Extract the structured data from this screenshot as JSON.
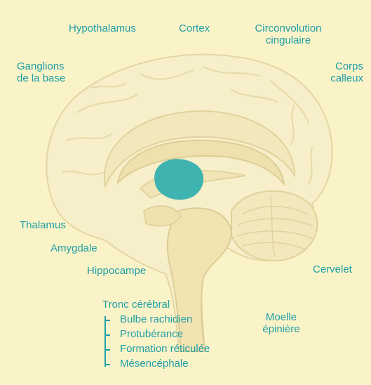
{
  "diagram": {
    "colors": {
      "background": "#fbf3c8",
      "label": "#1e9ea6",
      "highlight": "#3fb3b0",
      "brain_fill": "#f7efc9",
      "brain_line": "#e3d6a3"
    },
    "labels": {
      "hypothalamus": "Hypothalamus",
      "cortex": "Cortex",
      "circonvolution": [
        "Circonvolution",
        "cingulaire"
      ],
      "ganglions": [
        "Ganglions",
        "de la base"
      ],
      "corps_calleux": [
        "Corps",
        "calleux"
      ],
      "thalamus": "Thalamus",
      "amygdale": "Amygdale",
      "hippocampe": "Hippocampe",
      "cervelet": "Cervelet",
      "moelle": [
        "Moelle",
        "épinière"
      ],
      "tronc": "Tronc cérébral",
      "tronc_items": [
        "Bulbe rachidien",
        "Protubérance",
        "Formation réticulée",
        "Mésencéphale"
      ]
    }
  }
}
